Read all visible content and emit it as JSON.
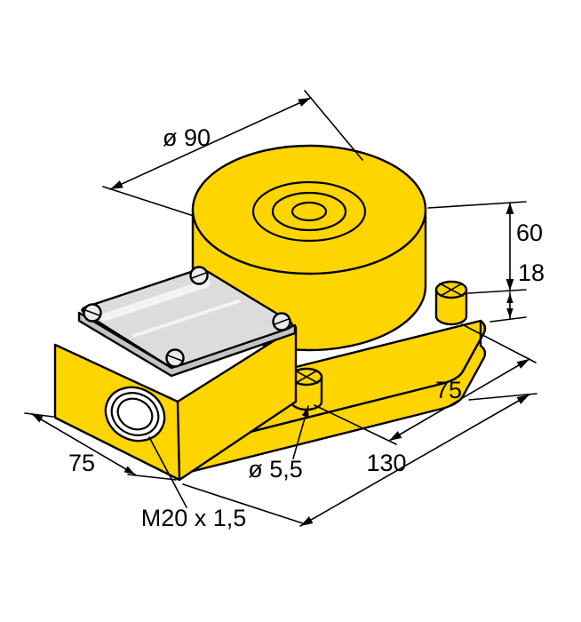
{
  "drawing": {
    "labels": {
      "top_diameter": "ø 90",
      "body_height": "60",
      "flange_thickness": "18",
      "flange_hole_spacing": "75",
      "mounting_hole_diameter": "ø 5,5",
      "base_length": "130",
      "box_width": "75",
      "cable_gland_thread": "M20 x 1,5"
    },
    "colors": {
      "housing": "#FFD500",
      "lid": "#DCDCDC",
      "lid_side": "#C3C3C3",
      "screw": "#EBEBEB",
      "line": "#000000",
      "background": "#FFFFFF"
    }
  }
}
